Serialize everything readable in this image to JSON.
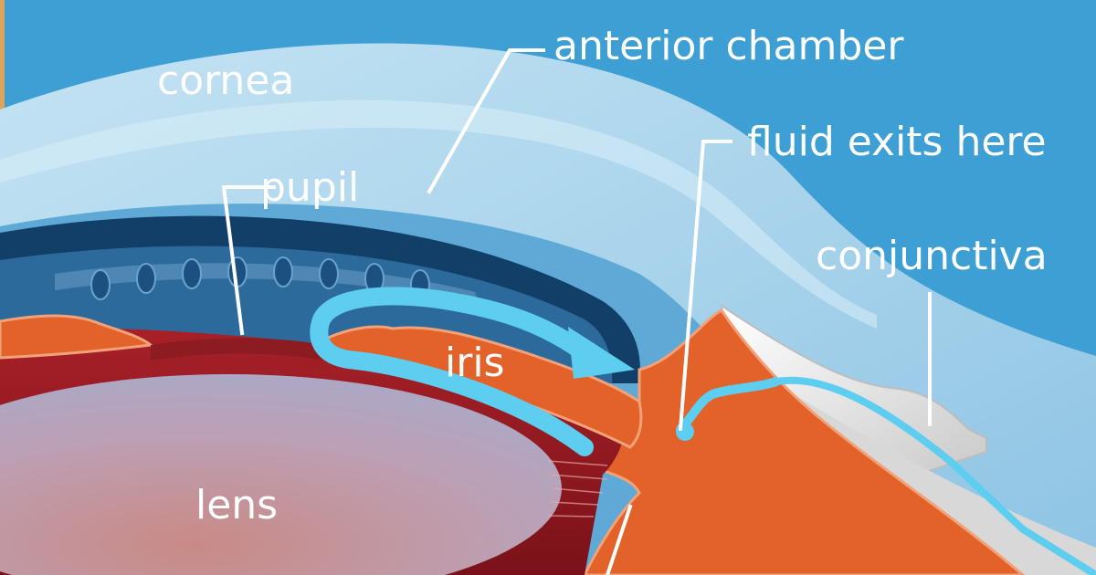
{
  "labels": {
    "cornea": "cornea",
    "anterior_chamber": "anterior chamber",
    "pupil": "pupil",
    "fluid_exits_here": "fluid exits here",
    "conjunctiva": "conjunctiva",
    "iris": "iris",
    "lens": "lens"
  },
  "colors": {
    "background": "#3d9fd4",
    "cornea": "#a8d3ec",
    "chamber": "#5ea9d6",
    "iris_dark": "#123f68",
    "iris_mid": "#2d6a9c",
    "tissue_orange": "#e2622a",
    "tissue_dark_red": "#8c1c22",
    "lens": "#c4a2b6",
    "fluid_arrow": "#5dcdf0",
    "sclera": "#e2e2e2",
    "leader_line": "#ffffff"
  }
}
